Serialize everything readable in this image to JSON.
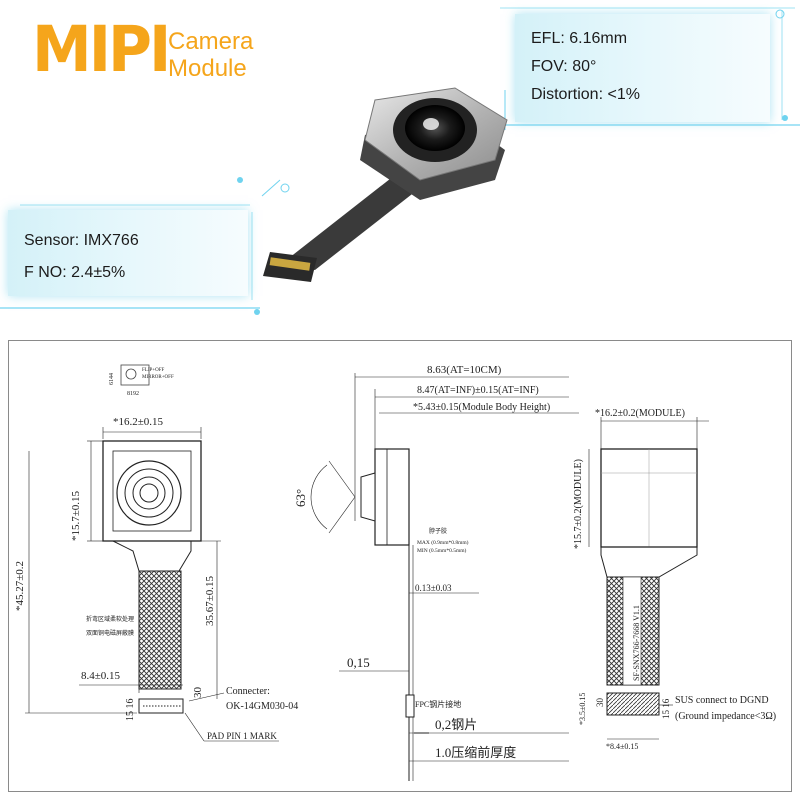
{
  "header": {
    "logo_main": "MIPI",
    "logo_line1": "Camera",
    "logo_line2": "Module"
  },
  "specs_top": {
    "efl": "EFL: 6.16mm",
    "fov": "FOV: 80°",
    "distortion": "Distortion: <1%"
  },
  "specs_left": {
    "sensor": "Sensor: IMX766",
    "fno": "F NO: 2.4±5%"
  },
  "drawing": {
    "front": {
      "stamp_a": "6144",
      "stamp_b": "8192",
      "stamp_c": "FLIP+OFF",
      "stamp_d": "MIRROR+OFF",
      "width": "*16.2±0.15",
      "height": "*15.7±0.15",
      "total": "*45.27±0.2",
      "fpc_len": "35.67±0.15",
      "note1": "折弯区域柔软处理",
      "note2": "双面铜电磁屏蔽膜",
      "fpc_width": "8.4±0.15",
      "d30": "30",
      "d1516": "15 16",
      "connector_label": "Connecter:",
      "connector_part": "OK-14GM030-04",
      "pin_mark": "PAD PIN 1 MARK"
    },
    "side": {
      "h_total": "8.63(AT=10CM)",
      "h_inf": "8.47(AT=INF)±0.15(AT=INF)",
      "h_body": "*5.43±0.15(Module Body Height)",
      "angle": "63°",
      "stiff_title": "脖子胶",
      "stiff_max": "MAX (0.9mm*0.8mm)",
      "stiff_min": "MIN (0.5mm*0.5mm)",
      "thick": "0.13±0.03",
      "d015": "0,15",
      "fpc_ground": "FPC钢片接地",
      "steel": "0,2钢片",
      "pre_thick": "1.0压缩前厚度"
    },
    "back": {
      "width": "*16.2±0.2(MODULE)",
      "height": "*15.7±0.2(MODULE)",
      "label": "SF-SNX766-7668 V1.1",
      "d35": "*3.5±0.15",
      "d30": "30",
      "d1516": "15 16",
      "sus1": "SUS connect to DGND",
      "sus2": "(Ground impedance<3Ω)",
      "fpc_width": "*8.4±0.15"
    }
  },
  "colors": {
    "accent": "#f5a51b",
    "spec_box": "#d4f1f8",
    "glow": "#6fd3ef"
  }
}
